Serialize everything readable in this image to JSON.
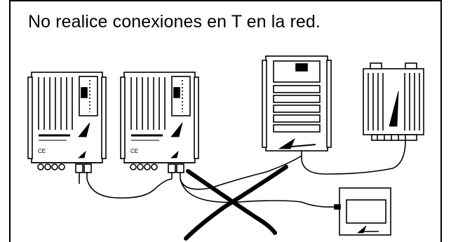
{
  "caption": "No realice conexiones en T en la red.",
  "devices": [
    {
      "id": "charger-1",
      "kind": "battery-charger"
    },
    {
      "id": "charger-2",
      "kind": "battery-charger"
    },
    {
      "id": "inverter",
      "kind": "inverter"
    },
    {
      "id": "combi-unit",
      "kind": "combi-unit"
    },
    {
      "id": "remote-panel",
      "kind": "remote-control-panel"
    }
  ],
  "colors": {
    "line": "#000000",
    "background": "#ffffff"
  }
}
